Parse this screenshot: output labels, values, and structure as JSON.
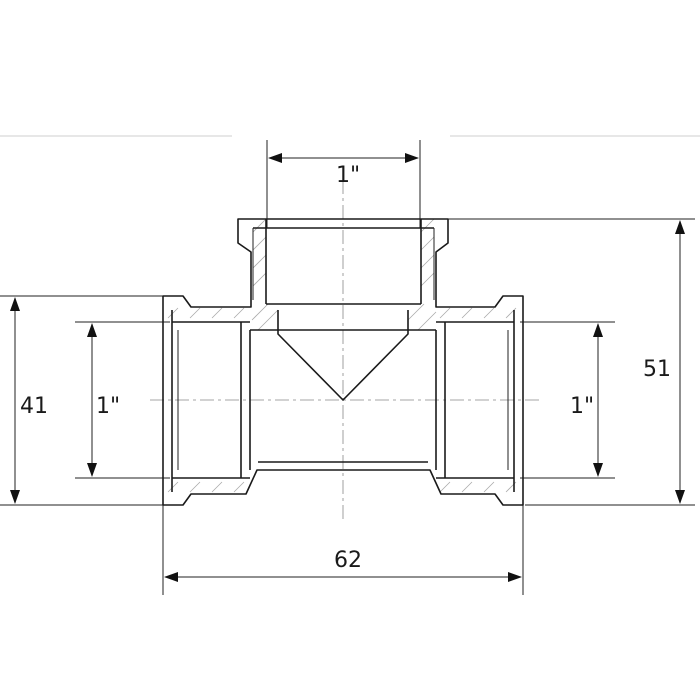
{
  "drawing": {
    "subject": "tee-fitting",
    "line_color": "#1a1a1a",
    "dimensions": {
      "top_port": "1\"",
      "left_port": "1\"",
      "right_port": "1\"",
      "body_height_left": "41",
      "total_height": "51",
      "total_length": "62"
    }
  }
}
